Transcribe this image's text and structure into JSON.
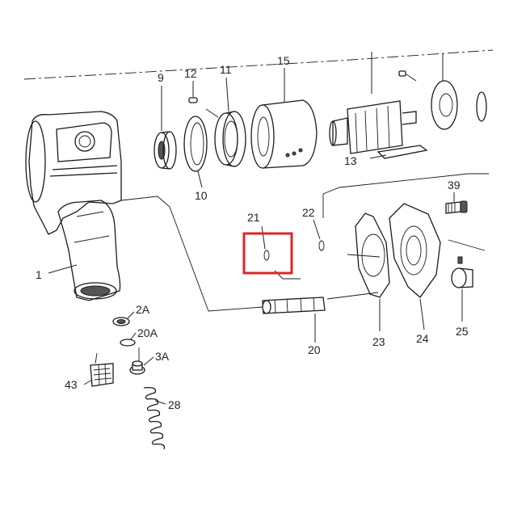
{
  "diagram": {
    "highlight_color": "#d9262c",
    "highlighted_part": "21",
    "labels": {
      "p1": "1",
      "p2a": "2A",
      "p20a": "20A",
      "p3a": "3A",
      "p43": "43",
      "p28": "28",
      "p9": "9",
      "p10": "10",
      "p11": "11",
      "p12": "12",
      "p13": "13",
      "p15": "15",
      "p20": "20",
      "p21": "21",
      "p22": "22",
      "p23": "23",
      "p24": "24",
      "p25": "25",
      "p39": "39"
    }
  }
}
